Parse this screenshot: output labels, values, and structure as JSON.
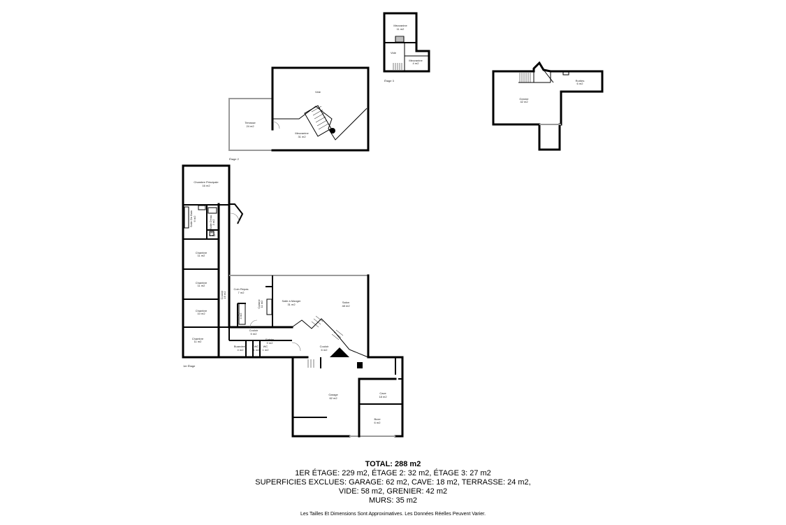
{
  "floors": {
    "etage3": {
      "label": "Étage 3",
      "rooms": [
        {
          "name": "Mezzanine",
          "area": "11 m2"
        },
        {
          "name": "Vide",
          "area": ""
        },
        {
          "name": "Mezzanine",
          "area": "4 m2"
        }
      ]
    },
    "etage2": {
      "label": "Étage 2",
      "rooms": [
        {
          "name": "Vide",
          "area": ""
        },
        {
          "name": "Terrasse",
          "area": "24 m2"
        },
        {
          "name": "Mezzanine",
          "area": "31 m2"
        }
      ]
    },
    "attic": {
      "label": "",
      "rooms": [
        {
          "name": "Grenier",
          "area": "42 m2"
        },
        {
          "name": "Rorites",
          "area": "6 m2"
        }
      ]
    },
    "etage1": {
      "label": "1er Étage",
      "rooms": [
        {
          "name": "Chambre Principale",
          "area": "16 m2"
        },
        {
          "name": "Salle De Bain",
          "area": "6 m2"
        },
        {
          "name": "Salle D'eau",
          "area": "3 m2"
        },
        {
          "name": "WC",
          "area": "1 m2"
        },
        {
          "name": "Chambre",
          "area": "11 m2"
        },
        {
          "name": "Chambre",
          "area": "11 m2"
        },
        {
          "name": "Chambre",
          "area": "10 m2"
        },
        {
          "name": "Chambre",
          "area": "11 m2"
        },
        {
          "name": "Couloir",
          "area": "16 m2"
        },
        {
          "name": "Coin Repas",
          "area": "7 m2"
        },
        {
          "name": "Cuisine",
          "area": "11 m2"
        },
        {
          "name": "Cellier",
          "area": "4 m2"
        },
        {
          "name": "Salle à Manger",
          "area": "31 m2"
        },
        {
          "name": "Salon",
          "area": "48 m2"
        },
        {
          "name": "Couloir",
          "area": "5 m2"
        },
        {
          "name": "Entrée",
          "area": "9 m2"
        },
        {
          "name": "Couloir",
          "area": "6 m2"
        },
        {
          "name": "Buanderie",
          "area": "4 m2"
        },
        {
          "name": "WC",
          "area": "1 m2"
        },
        {
          "name": "WC",
          "area": "1 m2"
        }
      ]
    },
    "ground": {
      "rooms": [
        {
          "name": "Garage",
          "area": "62 m2"
        },
        {
          "name": "Cave",
          "area": "18 m2"
        },
        {
          "name": "Boxe",
          "area": "6 m2"
        }
      ]
    }
  },
  "summary": {
    "total": "TOTAL: 288 m2",
    "line1": "1ER ÉTAGE: 229 m2, ÉTAGE 2: 32 m2, ÉTAGE 3: 27 m2",
    "line2": "SUPERFICIES EXCLUES: GARAGE: 62 m2, CAVE: 18 m2, TERRASSE: 24 m2,",
    "line3": "VIDE: 58 m2, GRENIER: 42 m2",
    "line4": "MURS: 35 m2",
    "disclaimer": "Les Tailles Et Dimensions Sont Approximatives. Les Données Réelles Peuvent Varier."
  }
}
